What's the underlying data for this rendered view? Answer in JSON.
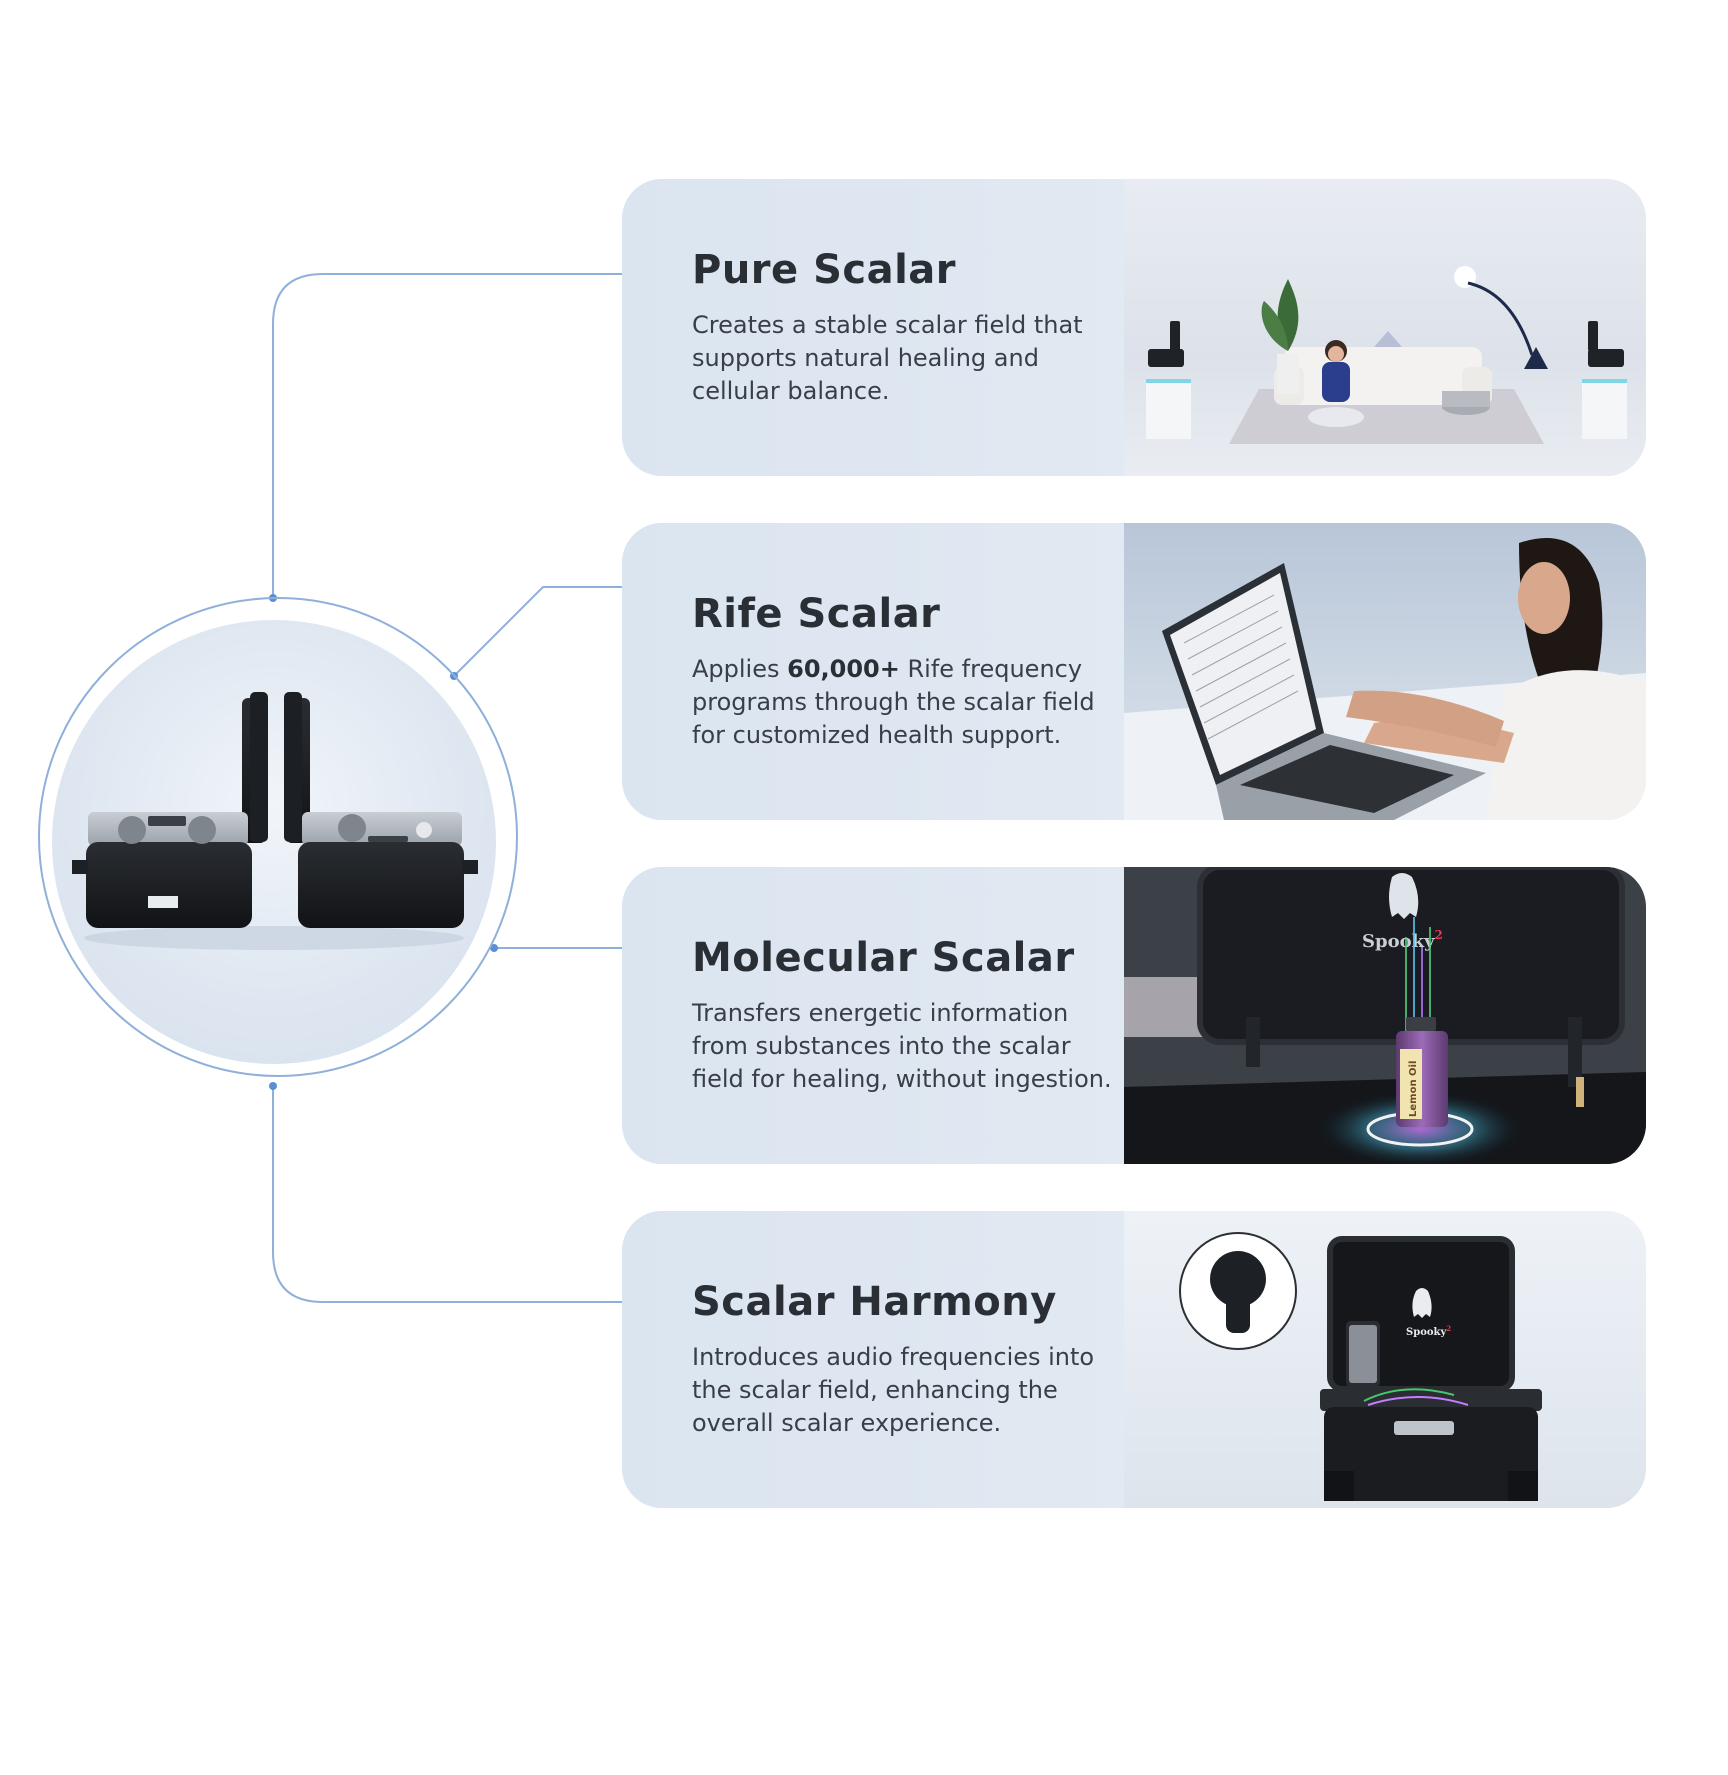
{
  "hub": {
    "label_left": "",
    "device_label": ""
  },
  "features": [
    {
      "title": "Pure Scalar",
      "description": "Creates a stable scalar field that supports natural healing and cellular balance."
    },
    {
      "title": "Rife Scalar",
      "description_before": "Applies ",
      "description_highlight": "60,000+",
      "description_after": " Rife frequency programs through the scalar field for customized health support."
    },
    {
      "title": "Molecular Scalar",
      "description": "Transfers energetic information from substances into the scalar field for healing, without ingestion."
    },
    {
      "title": "Scalar Harmony",
      "description": "Introduces audio frequencies into the scalar field, enhancing the overall scalar experience."
    }
  ],
  "photos": {
    "molecular_brand": "Spooky",
    "molecular_brand_sup": "2",
    "harmony_brand": "Spooky",
    "harmony_brand_sup": "2",
    "bottle_label": "Lemon Oil"
  },
  "colors": {
    "accent_line": "#8fb0da",
    "accent_dot": "#5b8fd4",
    "card_bg": "#dde6f0",
    "title_text": "#2a2e35"
  }
}
